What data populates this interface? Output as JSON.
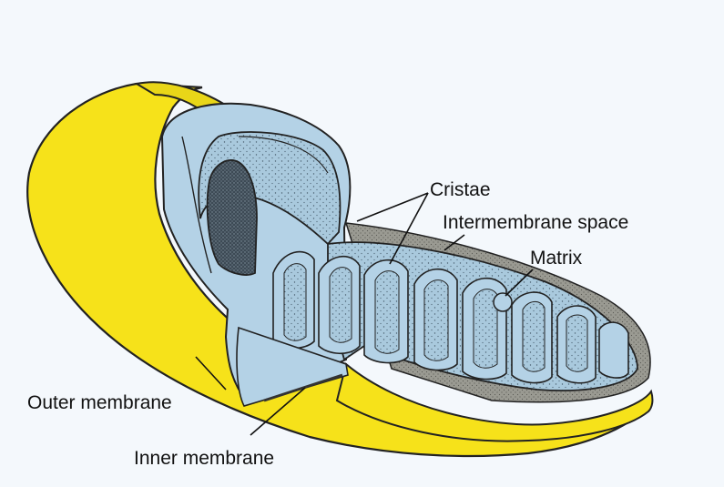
{
  "colors": {
    "background": "#f4f8fc",
    "outer_membrane": "#f6e21a",
    "inner_membrane": "#b4d2e6",
    "matrix": "#a9c9dd",
    "outline": "#222222"
  },
  "labels": {
    "cristae": "Cristae",
    "intermembrane_space": "Intermembrane space",
    "matrix": "Matrix",
    "outer_membrane": "Outer membrane",
    "inner_membrane": "Inner membrane"
  }
}
